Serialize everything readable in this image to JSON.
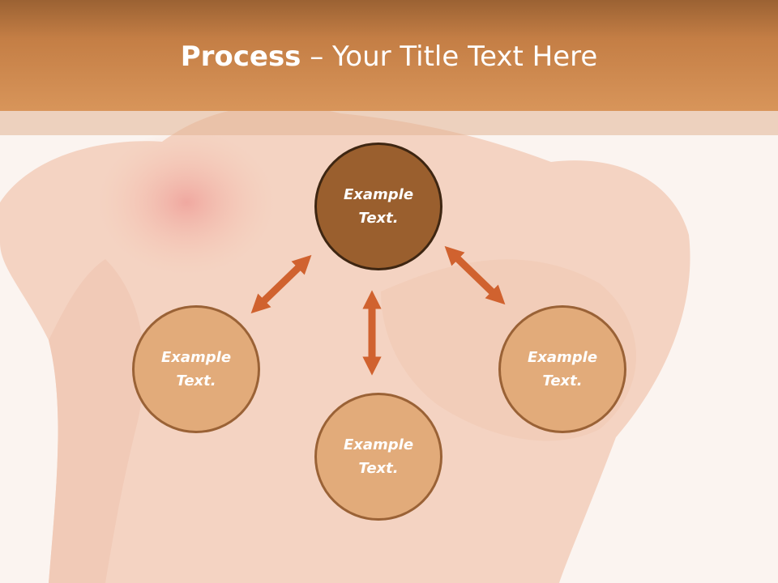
{
  "title": {
    "bold": "Process",
    "rest": " – Your Title Text Here"
  },
  "nodes": {
    "center": {
      "line1": "Example",
      "line2": "Text."
    },
    "left": {
      "line1": "Example",
      "line2": "Text."
    },
    "right": {
      "line1": "Example",
      "line2": "Text."
    },
    "bottom": {
      "line1": "Example",
      "line2": "Text."
    }
  },
  "colors": {
    "header": "#c47e45",
    "center_fill": "#9a5f2e",
    "node_fill": "#e2ab7a",
    "arrow": "#d0622f"
  }
}
